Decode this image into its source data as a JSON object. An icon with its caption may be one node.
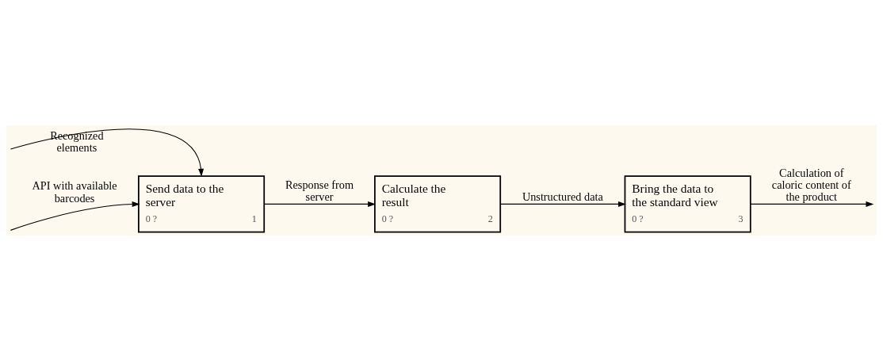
{
  "diagram": {
    "nodes": [
      {
        "text": [
          "Send data to the server",
          "0 ?",
          "1"
        ]
      },
      {
        "text": [
          "Calculate the result",
          "0 ?",
          "2"
        ]
      },
      {
        "text": [
          "Bring the data to the standard view",
          "0 ?",
          "3"
        ]
      }
    ],
    "edges": [
      {
        "from": null,
        "to": 0,
        "arrow": "to",
        "label": "Recognized elements"
      },
      {
        "from": null,
        "to": 0,
        "arrow": "to",
        "label": "API with available barcodes"
      },
      {
        "from": 0,
        "to": 1,
        "arrow": "to",
        "label": "Response from server"
      },
      {
        "from": 1,
        "to": 2,
        "arrow": "to",
        "label": "Unstructured data"
      },
      {
        "from": 2,
        "to": null,
        "arrow": "to",
        "label": "Calculation of caloric content of the product"
      }
    ]
  }
}
